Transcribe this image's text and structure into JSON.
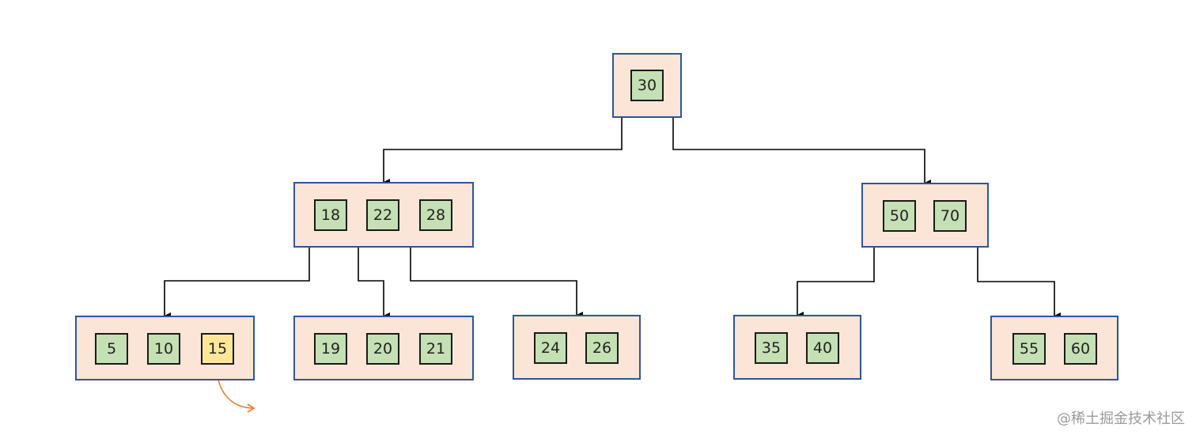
{
  "colors": {
    "node_fill": "#fbe5d6",
    "node_border": "#2f5597",
    "key_fill": "#c5e0b4",
    "key_highlight": "#ffe699",
    "edge": "#000000",
    "insert_arrow": "#ed7d31"
  },
  "tree": {
    "root": {
      "keys": [
        "30"
      ]
    },
    "level1": [
      {
        "keys": [
          "18",
          "22",
          "28"
        ]
      },
      {
        "keys": [
          "50",
          "70"
        ]
      }
    ],
    "leaves": [
      {
        "keys": [
          "5",
          "10",
          "15"
        ],
        "highlight_index": 2
      },
      {
        "keys": [
          "19",
          "20",
          "21"
        ]
      },
      {
        "keys": [
          "24",
          "26"
        ]
      },
      {
        "keys": [
          "35",
          "40"
        ]
      },
      {
        "keys": [
          "55",
          "60"
        ]
      }
    ]
  },
  "watermark": "@稀土掘金技术社区"
}
